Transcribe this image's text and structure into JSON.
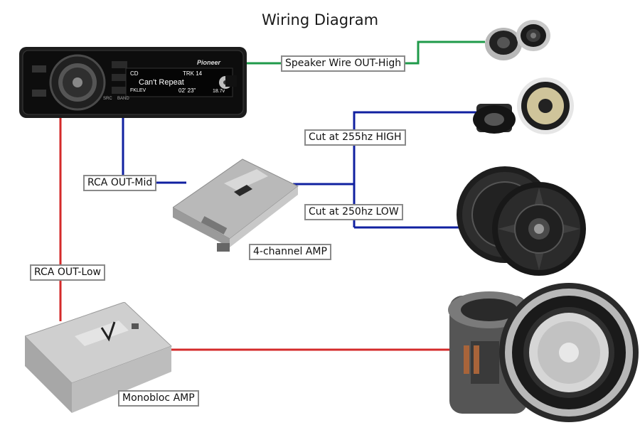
{
  "title": "Wiring Diagram",
  "colors": {
    "high_wire": "#1f9a4a",
    "mid_wire": "#1020a0",
    "low_wire": "#d42a2a",
    "label_border": "#8a8a8a"
  },
  "head_unit": {
    "brand": "Pioneer",
    "display_text": "Can't Repeat",
    "display_source": "CD",
    "display_track": "TRK 14",
    "display_time": "02' 23\"",
    "display_volume": "18.7v",
    "display_level": "FKLEV",
    "button_src": "SRC",
    "button_band": "BAND"
  },
  "labels": {
    "speaker_wire_high": "Speaker Wire OUT-High",
    "rca_out_mid": "RCA OUT-Mid",
    "cut_high": "Cut at 255hz HIGH",
    "cut_low": "Cut at 250hz LOW",
    "rca_out_low": "RCA OUT-Low",
    "four_channel_amp": "4-channel AMP",
    "monobloc_amp": "Monobloc AMP"
  },
  "icons": [
    "head-unit-icon",
    "tweeter-icon",
    "midrange-icon",
    "coaxial-speakers-icon",
    "four-channel-amp-icon",
    "monobloc-amp-icon",
    "subwoofer-icon"
  ]
}
